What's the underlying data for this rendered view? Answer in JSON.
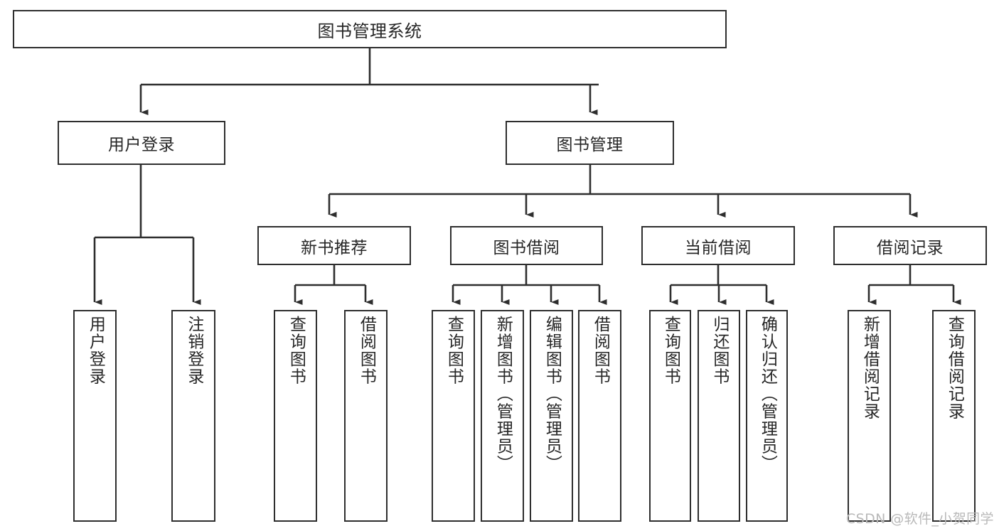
{
  "diagram": {
    "type": "hierarchy-tree",
    "title": "图书管理系统",
    "watermark": "CSDN @软件_小贺同学",
    "colors": {
      "stroke": "#2e2e2e",
      "box_fill": "#ffffff",
      "text": "#262626",
      "watermark": "#b9b9b9",
      "background": "#ffffff"
    },
    "root": {
      "label": "图书管理系统"
    },
    "level2": [
      {
        "label": "用户登录"
      },
      {
        "label": "图书管理"
      }
    ],
    "level3": [
      {
        "label": "新书推荐"
      },
      {
        "label": "图书借阅"
      },
      {
        "label": "当前借阅"
      },
      {
        "label": "借阅记录"
      }
    ],
    "leaves": {
      "user_login": [
        {
          "label": "用户登录"
        },
        {
          "label": "注销登录"
        }
      ],
      "new_book_recommend": [
        {
          "label": "查询图书"
        },
        {
          "label": "借阅图书"
        }
      ],
      "book_borrow": [
        {
          "label": "查询图书"
        },
        {
          "label": "新增图书（管理员）"
        },
        {
          "label": "编辑图书（管理员）"
        },
        {
          "label": "借阅图书"
        }
      ],
      "current_borrow": [
        {
          "label": "查询图书"
        },
        {
          "label": "归还图书"
        },
        {
          "label": "确认归还（管理员）"
        }
      ],
      "borrow_record": [
        {
          "label": "新增借阅记录"
        },
        {
          "label": "查询借阅记录"
        }
      ]
    }
  }
}
